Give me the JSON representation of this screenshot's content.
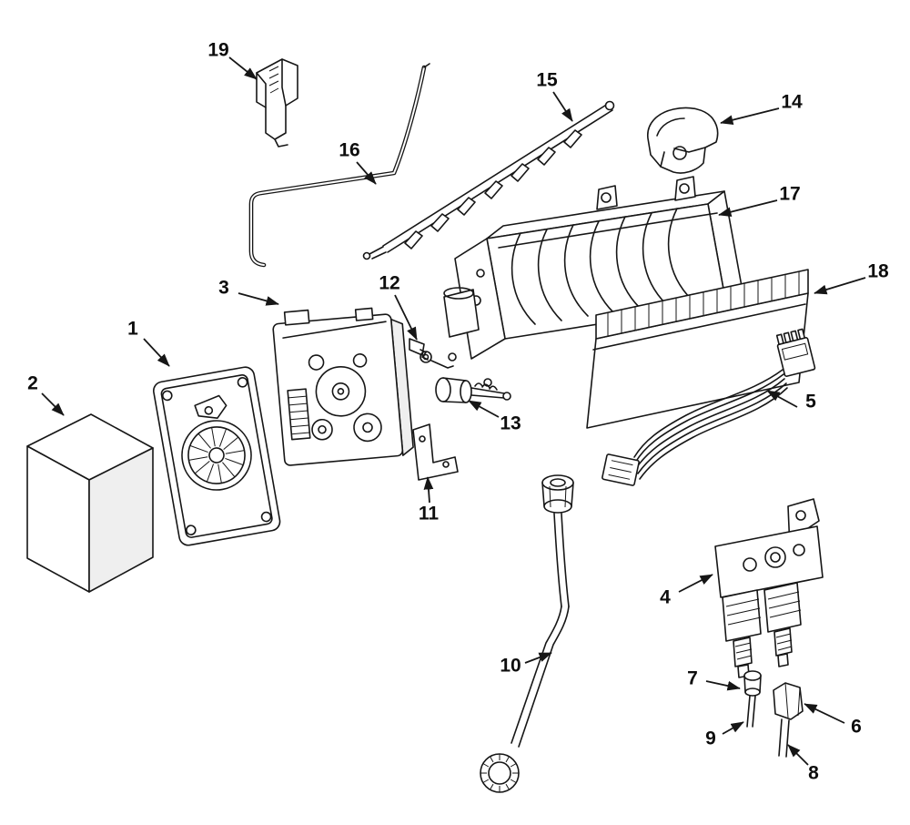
{
  "diagram": {
    "type": "exploded-parts-diagram",
    "colors": {
      "line": "#161616",
      "background": "#ffffff"
    },
    "callouts": [
      {
        "label": "1",
        "part": "mounting-plate"
      },
      {
        "label": "2",
        "part": "cover-box"
      },
      {
        "label": "3",
        "part": "control-module"
      },
      {
        "label": "4",
        "part": "water-inlet-valve"
      },
      {
        "label": "5",
        "part": "wiring-harness"
      },
      {
        "label": "6",
        "part": "compression-nut"
      },
      {
        "label": "7",
        "part": "insert-fitting"
      },
      {
        "label": "8",
        "part": "tube-lower"
      },
      {
        "label": "9",
        "part": "tube-small"
      },
      {
        "label": "10",
        "part": "fill-tube"
      },
      {
        "label": "11",
        "part": "mounting-clip"
      },
      {
        "label": "12",
        "part": "spring-kit"
      },
      {
        "label": "13",
        "part": "bearing-coupler"
      },
      {
        "label": "14",
        "part": "bracket-cap"
      },
      {
        "label": "15",
        "part": "ice-stripper"
      },
      {
        "label": "16",
        "part": "fill-tube-elbow"
      },
      {
        "label": "17",
        "part": "icemaker-mold"
      },
      {
        "label": "18",
        "part": "wiring-cover"
      },
      {
        "label": "19",
        "part": "tube-clip"
      }
    ]
  }
}
